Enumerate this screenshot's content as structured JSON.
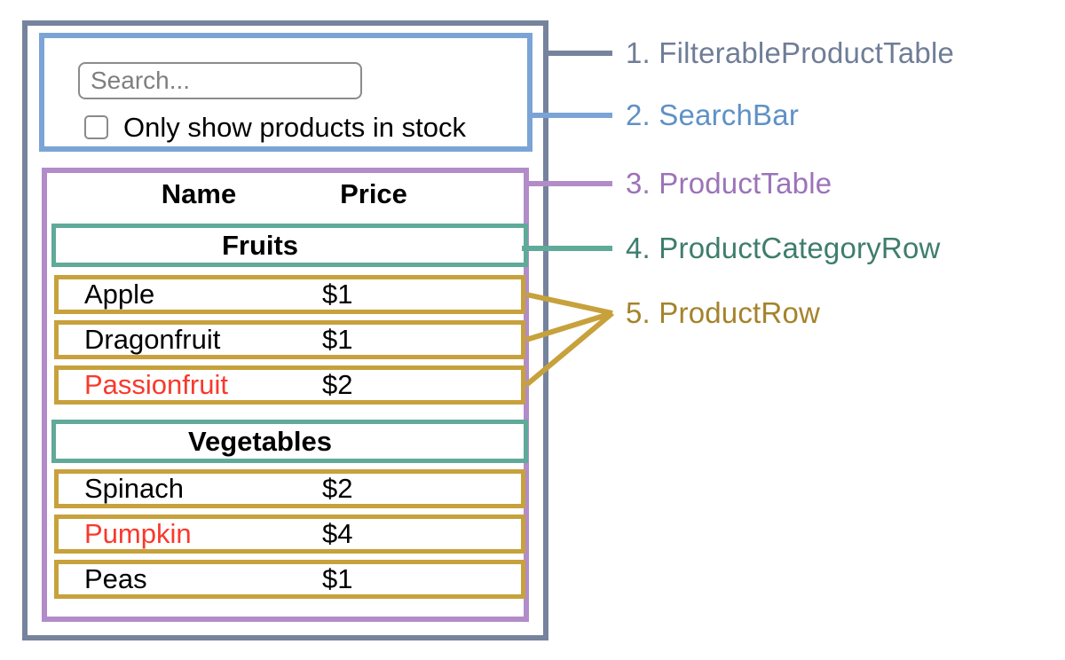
{
  "colors": {
    "slate": "#76839D",
    "blue": "#7BA4D6",
    "purple": "#B28CC9",
    "teal": "#5FAA98",
    "gold": "#C7A13C",
    "slate_text": "#6F7D97",
    "blue_text": "#5F91C6",
    "purple_text": "#9C73B9",
    "teal_text": "#3E7D6D",
    "gold_text": "#A4832C",
    "out_of_stock_red": "#F9392B",
    "in_stock_black": "#000000"
  },
  "search_bar": {
    "placeholder": "Search...",
    "checkbox_label": "Only show products in stock"
  },
  "table": {
    "name_header": "Name",
    "price_header": "Price",
    "fruits_category": "Fruits",
    "vegetables_category": "Vegetables"
  },
  "products": {
    "fruits": [
      {
        "name": "Apple",
        "price": "$1",
        "name_color": "#000000"
      },
      {
        "name": "Dragonfruit",
        "price": "$1",
        "name_color": "#000000"
      },
      {
        "name": "Passionfruit",
        "price": "$2",
        "name_color": "#F9392B"
      }
    ],
    "vegetables": [
      {
        "name": "Spinach",
        "price": "$2",
        "name_color": "#000000"
      },
      {
        "name": "Pumpkin",
        "price": "$4",
        "name_color": "#F9392B"
      },
      {
        "name": "Peas",
        "price": "$1",
        "name_color": "#000000"
      }
    ]
  },
  "legend": {
    "items": [
      {
        "label": "1. FilterableProductTable"
      },
      {
        "label": "2. SearchBar"
      },
      {
        "label": "3. ProductTable"
      },
      {
        "label": "4. ProductCategoryRow"
      },
      {
        "label": "5. ProductRow"
      }
    ]
  }
}
